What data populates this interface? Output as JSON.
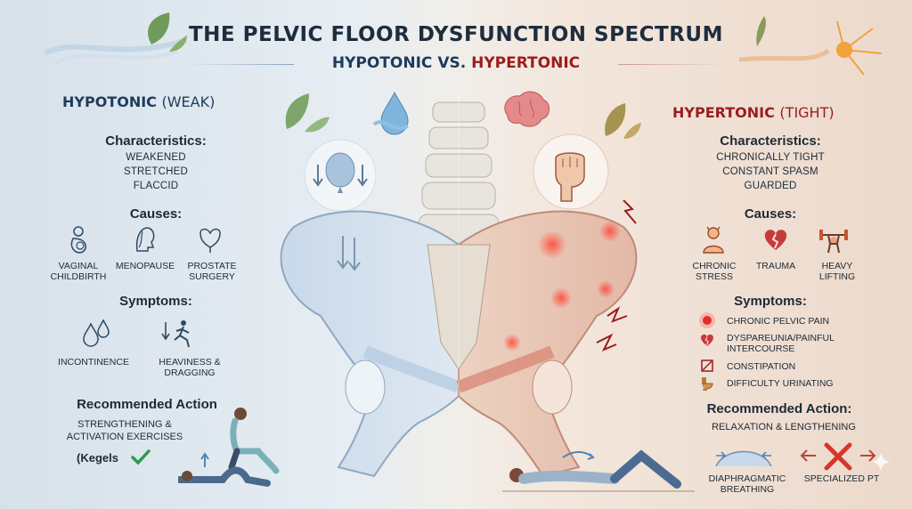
{
  "title": "THE PELVIC FLOOR DYSFUNCTION SPECTRUM",
  "subtitle": {
    "left": "HYPOTONIC VS.",
    "right": "HYPERTONIC"
  },
  "hypotonic": {
    "title_main": "HYPOTONIC",
    "title_paren": "(WEAK)",
    "characteristics_heading": "Characteristics:",
    "characteristics": [
      "WEAKENED",
      "STRETCHED",
      "FLACCID"
    ],
    "causes_heading": "Causes:",
    "causes": [
      {
        "label": "VAGINAL CHILDBIRTH",
        "icon": "pregnant-mother-icon"
      },
      {
        "label": "MENOPAUSE",
        "icon": "woman-head-icon"
      },
      {
        "label": "PROSTATE SURGERY",
        "icon": "prostate-icon"
      }
    ],
    "symptoms_heading": "Symptoms:",
    "symptoms": [
      {
        "label": "INCONTINENCE",
        "icon": "water-drops-icon"
      },
      {
        "label": "HEAVINESS & DRAGGING",
        "icon": "walking-person-icon"
      }
    ],
    "action_heading": "Recommended Action",
    "action_text": "STRENGTHENING & ACTIVATION EXERCISES",
    "action_note": "(Kegels"
  },
  "hypertonic": {
    "title_main": "HYPERTONIC",
    "title_paren": "(TIGHT)",
    "characteristics_heading": "Characteristics:",
    "characteristics": [
      "CHRONICALLY TIGHT",
      "CONSTANT SPASM",
      "GUARDED"
    ],
    "causes_heading": "Causes:",
    "causes": [
      {
        "label": "CHRONIC STRESS",
        "icon": "stressed-person-icon"
      },
      {
        "label": "TRAUMA",
        "icon": "broken-heart-icon"
      },
      {
        "label": "HEAVY LIFTING",
        "icon": "weightlifter-icon"
      }
    ],
    "symptoms_heading": "Symptoms:",
    "symptoms": [
      {
        "label": "CHRONIC PELVIC PAIN",
        "icon": "pain-dot-icon"
      },
      {
        "label": "DYSPAREUNIA/PAINFUL INTERCOURSE",
        "icon": "broken-heart-icon"
      },
      {
        "label": "CONSTIPATION",
        "icon": "blocked-icon"
      },
      {
        "label": "DIFFICULTY URINATING",
        "icon": "toilet-icon"
      }
    ],
    "action_heading": "Recommended Action:",
    "action_text": "RELAXATION & LENGTHENING",
    "action_items": [
      {
        "label": "DIAPHRAGMATIC BREATHING",
        "icon": "diaphragm-icon"
      },
      {
        "label": "SPECIALIZED PT",
        "icon": "red-x-icon"
      }
    ]
  },
  "colors": {
    "hypo_accent": "#1e3b5c",
    "hyper_accent": "#9b1d1d",
    "pain_red": "#e0302a",
    "check_green": "#2e9a4a"
  }
}
